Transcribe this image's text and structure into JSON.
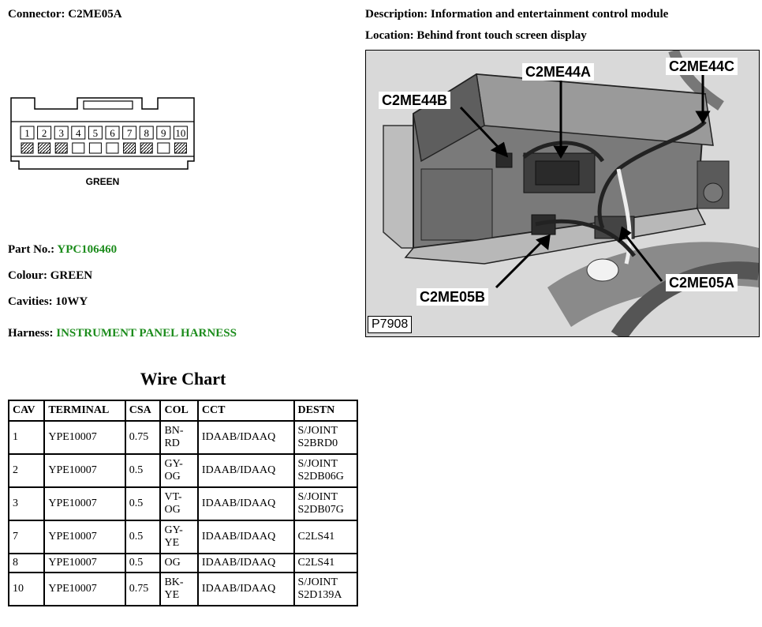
{
  "connector": {
    "label": "Connector:",
    "value": "C2ME05A"
  },
  "description": {
    "label": "Description:",
    "value": "Information and entertainment control module"
  },
  "location": {
    "label": "Location:",
    "value": "Behind front touch screen display"
  },
  "diagram": {
    "cavities": [
      "1",
      "2",
      "3",
      "4",
      "5",
      "6",
      "7",
      "8",
      "9",
      "10"
    ],
    "populated": [
      true,
      true,
      true,
      false,
      false,
      false,
      true,
      true,
      false,
      true
    ],
    "color_label": "GREEN"
  },
  "part_no": {
    "label": "Part No.:",
    "value": "YPC106460"
  },
  "colour": {
    "label": "Colour:",
    "value": "GREEN"
  },
  "cavities": {
    "label": "Cavities:",
    "value": "10WY"
  },
  "harness": {
    "label": "Harness:",
    "value": "INSTRUMENT PANEL HARNESS"
  },
  "photo": {
    "ref": "P7908",
    "callouts": [
      "C2ME44A",
      "C2ME44C",
      "C2ME44B",
      "C2ME05A",
      "C2ME05B"
    ]
  },
  "wire_chart": {
    "title": "Wire Chart",
    "headers": [
      "CAV",
      "TERMINAL",
      "CSA",
      "COL",
      "CCT",
      "DESTN"
    ],
    "rows": [
      {
        "cav": "1",
        "terminal": "YPE10007",
        "csa": "0.75",
        "col": [
          "BN-",
          "RD"
        ],
        "cct": "IDAAB/IDAAQ",
        "destn": [
          "S/JOINT",
          "S2BRD0"
        ]
      },
      {
        "cav": "2",
        "terminal": "YPE10007",
        "csa": "0.5",
        "col": [
          "GY-",
          "OG"
        ],
        "cct": "IDAAB/IDAAQ",
        "destn": [
          "S/JOINT",
          "S2DB06G"
        ]
      },
      {
        "cav": "3",
        "terminal": "YPE10007",
        "csa": "0.5",
        "col": [
          "VT-",
          "OG"
        ],
        "cct": "IDAAB/IDAAQ",
        "destn": [
          "S/JOINT",
          "S2DB07G"
        ]
      },
      {
        "cav": "7",
        "terminal": "YPE10007",
        "csa": "0.5",
        "col": [
          "GY-",
          "YE"
        ],
        "cct": "IDAAB/IDAAQ",
        "destn": [
          "C2LS41"
        ]
      },
      {
        "cav": "8",
        "terminal": "YPE10007",
        "csa": "0.5",
        "col": [
          "OG"
        ],
        "cct": "IDAAB/IDAAQ",
        "destn": [
          "C2LS41"
        ]
      },
      {
        "cav": "10",
        "terminal": "YPE10007",
        "csa": "0.75",
        "col": [
          "BK-",
          "YE"
        ],
        "cct": "IDAAB/IDAAQ",
        "destn": [
          "S/JOINT",
          "S2D139A"
        ]
      }
    ]
  },
  "colors": {
    "accent_green": "#1c8c1c"
  }
}
